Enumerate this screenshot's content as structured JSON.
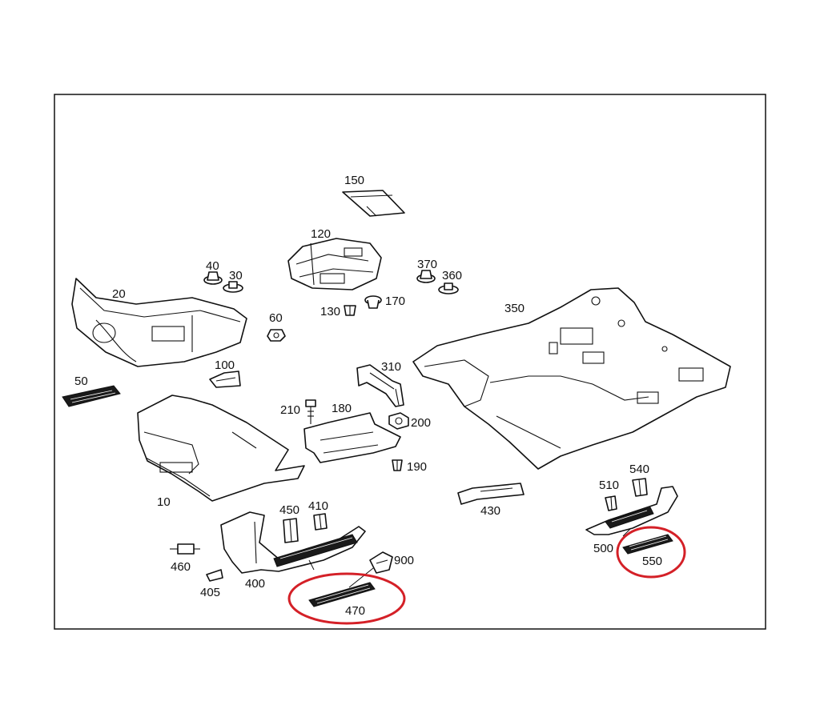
{
  "callouts": [
    {
      "id": "p150",
      "text": "150"
    },
    {
      "id": "p120",
      "text": "120"
    },
    {
      "id": "p40",
      "text": "40"
    },
    {
      "id": "p30",
      "text": "30"
    },
    {
      "id": "p370",
      "text": "370"
    },
    {
      "id": "p360",
      "text": "360"
    },
    {
      "id": "p20",
      "text": "20"
    },
    {
      "id": "p130",
      "text": "130"
    },
    {
      "id": "p170",
      "text": "170"
    },
    {
      "id": "p350",
      "text": "350"
    },
    {
      "id": "p60",
      "text": "60"
    },
    {
      "id": "p100",
      "text": "100"
    },
    {
      "id": "p310",
      "text": "310"
    },
    {
      "id": "p50",
      "text": "50"
    },
    {
      "id": "p210",
      "text": "210"
    },
    {
      "id": "p180",
      "text": "180"
    },
    {
      "id": "p200",
      "text": "200"
    },
    {
      "id": "p190",
      "text": "190"
    },
    {
      "id": "p540",
      "text": "540"
    },
    {
      "id": "p510",
      "text": "510"
    },
    {
      "id": "p10",
      "text": "10"
    },
    {
      "id": "p430",
      "text": "430"
    },
    {
      "id": "p450",
      "text": "450"
    },
    {
      "id": "p410",
      "text": "410"
    },
    {
      "id": "p500",
      "text": "500"
    },
    {
      "id": "p550",
      "text": "550"
    },
    {
      "id": "p460",
      "text": "460"
    },
    {
      "id": "p900",
      "text": "900"
    },
    {
      "id": "p400",
      "text": "400"
    },
    {
      "id": "p405",
      "text": "405"
    },
    {
      "id": "p470",
      "text": "470"
    }
  ],
  "highlighted_parts": [
    "470",
    "550"
  ],
  "colors": {
    "line": "#111111",
    "highlight": "#d42027",
    "background": "#ffffff"
  }
}
